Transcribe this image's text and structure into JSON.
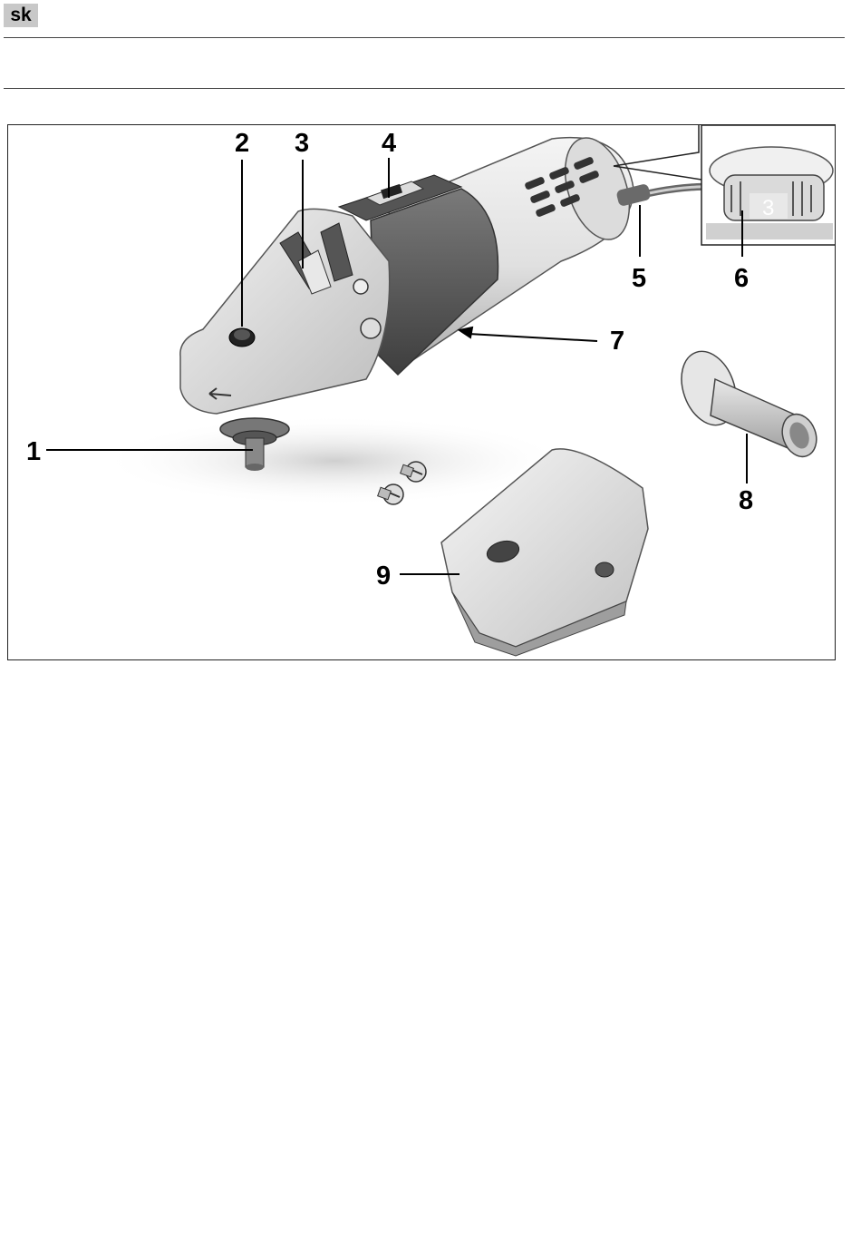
{
  "header": {
    "language_code": "sk"
  },
  "figure": {
    "callouts": [
      "1",
      "2",
      "3",
      "4",
      "5",
      "6",
      "7",
      "8",
      "9"
    ],
    "dial_value": "3"
  }
}
